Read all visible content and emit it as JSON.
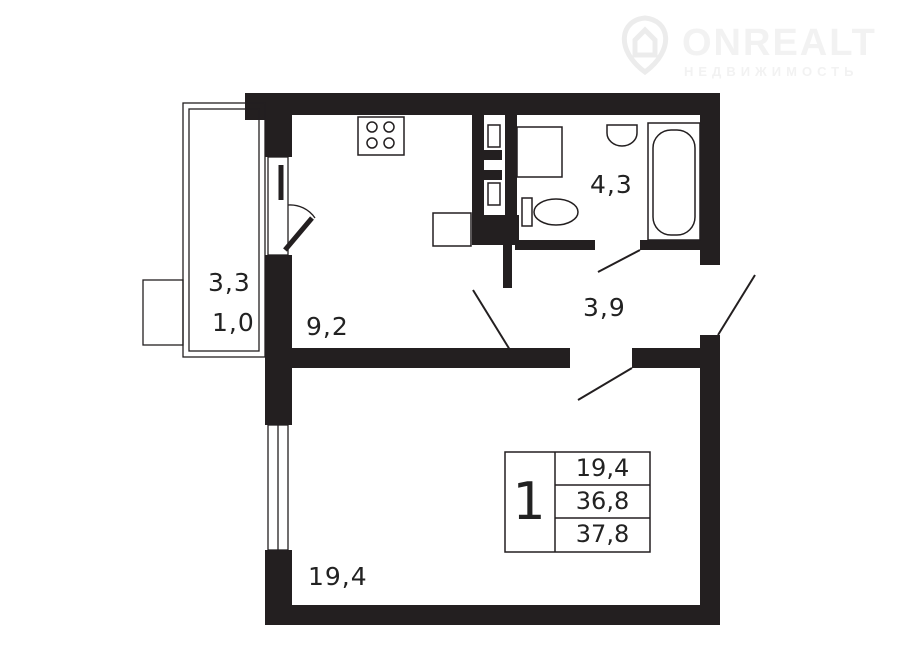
{
  "logo": {
    "name": "ONREALT",
    "tagline": "НЕДВИЖИМОСТЬ"
  },
  "rooms": {
    "balcony_area": "3,3",
    "balcony_coef": "1,0",
    "kitchen": "9,2",
    "bathroom": "4,3",
    "hallway": "3,9",
    "living_room": "19,4"
  },
  "summary": {
    "rooms_count": "1",
    "living_area": "19,4",
    "total_area": "36,8",
    "total_with_balcony": "37,8"
  },
  "colors": {
    "wall": "#231f20"
  }
}
